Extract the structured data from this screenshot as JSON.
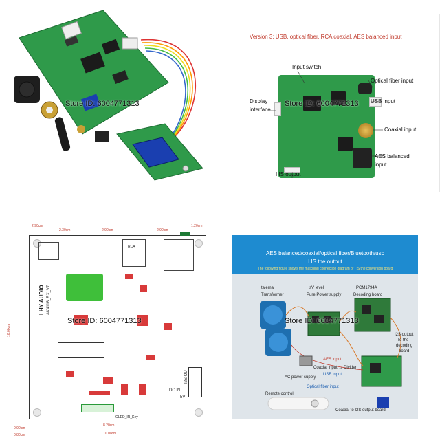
{
  "watermark": "Store ID: 6004771313",
  "panel2": {
    "title": "Version 3: USB, optical fiber, RCA coaxial, AES balanced input",
    "labels": {
      "input_switch": "Input switch",
      "optical": "Optical fiber input",
      "display1": "Display",
      "display2": "interface",
      "usb": "USB input",
      "coaxial": "Coaxial input",
      "aes1": "AES balanced",
      "aes2": "input",
      "i2s": "I IS output"
    }
  },
  "panel3": {
    "brand": "LHY AUDIO",
    "model": "AK4118_RX_V7",
    "labels": {
      "i2s_out": "I2S OUT",
      "dc_in": "DC IN",
      "v5": "5V",
      "oled": "OLED_IR_Key",
      "rca": "RCA"
    },
    "dims": {
      "d1": "2.90cm",
      "d2": "2.30cm",
      "d3": "2.90cm",
      "d4": "2.90cm",
      "d5": "1.20cm",
      "d6": "10.00cm",
      "d7": "10.00cm",
      "d8": "8.20cm",
      "d9": "0.90cm",
      "d10": "0.80cm"
    }
  },
  "panel4": {
    "head1": "AES balanced/coaxial/optical fiber/Bluetooth/usb",
    "head2": "I IS the output",
    "head3": "The following figure shows the matching connection diagram of I IS the conversion board",
    "labels": {
      "talema": "talema",
      "transformer": "Transformer",
      "sv_level": "sV level",
      "pure_power": "Pure Power supply",
      "pcm": "PCM1794A",
      "decoding": "Decoding board",
      "i2s1": "I2S output",
      "i2s2": "To the",
      "i2s3": "decoding",
      "i2s4": "board",
      "aes_input": "AES input",
      "coax_divider": "Coaxial input → Divider",
      "usb_input": "USB input",
      "ac_power": "AC power supply",
      "optical_input": "Optical fiber input",
      "remote": "Remote control",
      "coax_i2s": "Coaxial to I2S output board"
    }
  },
  "colors": {
    "pcb_green": "#2f9a4a",
    "accent_red": "#c0392b",
    "band_blue": "#1e8bd0"
  }
}
